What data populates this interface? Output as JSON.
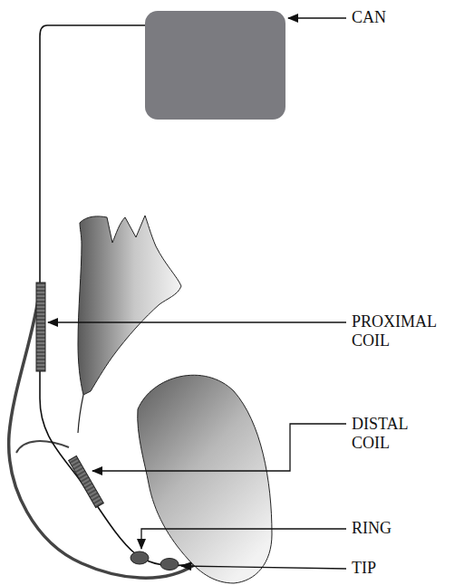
{
  "diagram": {
    "labels": [
      "CAN",
      "PROXIMAL COIL",
      "DISTAL COIL",
      "RING",
      "TIP"
    ]
  }
}
